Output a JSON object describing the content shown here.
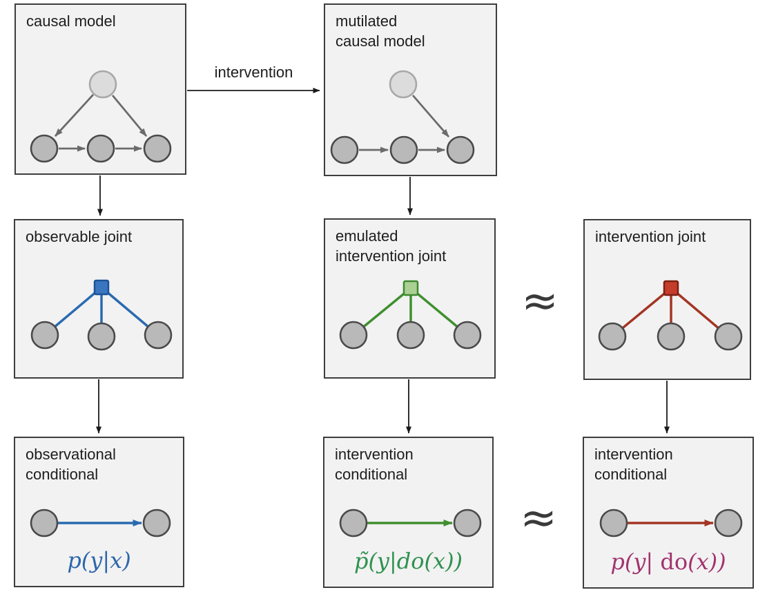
{
  "colors": {
    "text": "#1d1d1d",
    "box_bg": "#f2f2f2",
    "box_border": "#3d3d3d",
    "node_fill": "#b9b9b9",
    "node_border": "#4a4a4a",
    "light_node_fill": "#dcdcdc",
    "light_node_border": "#a8a8a8",
    "dag_edge": "#6b6b6b",
    "connector": "#1a1a1a",
    "approx": "#3a3a3a",
    "blue": "#2a6ab0",
    "blue_square_fill": "#3a76c0",
    "blue_square_border": "#1b5298",
    "green": "#3f8f2e",
    "green_square_fill": "#abd094",
    "green_square_border": "#3c8a2e",
    "red": "#a33524",
    "red_square_fill": "#c43d2a",
    "red_square_border": "#7c1f12",
    "blue_formula": "#2d66ab",
    "green_formula": "#2f9150",
    "magenta_formula": "#a1336e"
  },
  "labels": {
    "intervention_arrow": "intervention",
    "approx": "≈"
  },
  "boxes": {
    "causal_model": {
      "title_lines": [
        "causal model"
      ]
    },
    "mutilated_causal_model": {
      "title_lines": [
        "mutilated",
        "causal model"
      ]
    },
    "observable_joint": {
      "title_lines": [
        "observable joint"
      ]
    },
    "emulated_intervention_joint": {
      "title_lines": [
        "emulated",
        "intervention joint"
      ]
    },
    "intervention_joint": {
      "title_lines": [
        "intervention joint"
      ]
    },
    "observational_conditional": {
      "title_lines": [
        "observational",
        "conditional"
      ],
      "formula": {
        "italic1": "p(y|x)",
        "roman": "",
        "italic2": ""
      }
    },
    "intervention_conditional_emulated": {
      "title_lines": [
        "intervention",
        "conditional"
      ],
      "formula": {
        "italic1": "p̃(y|do(x))",
        "roman": "",
        "italic2": ""
      }
    },
    "intervention_conditional_true": {
      "title_lines": [
        "intervention",
        "conditional"
      ],
      "formula": {
        "italic1": "p(y| ",
        "roman": "do",
        "italic2": "(x))"
      }
    }
  }
}
